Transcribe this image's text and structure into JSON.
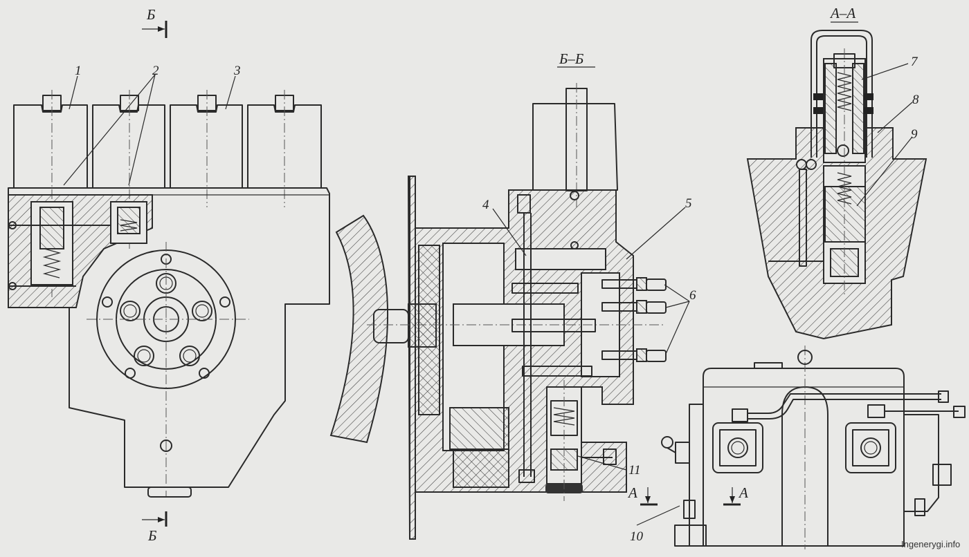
{
  "section_titles": {
    "section_bb": "Б–Б",
    "section_aa": "А–А"
  },
  "cut_markers": {
    "b_top": "Б",
    "b_bottom": "Б",
    "a_left": "А",
    "a_right": "А"
  },
  "callouts": [
    "1",
    "2",
    "3",
    "4",
    "5",
    "6",
    "7",
    "8",
    "9",
    "10",
    "11"
  ],
  "watermark": "Ingenerygi.info",
  "colors": {
    "paper": "#e9e9e7",
    "ink": "#2a2a2a"
  }
}
